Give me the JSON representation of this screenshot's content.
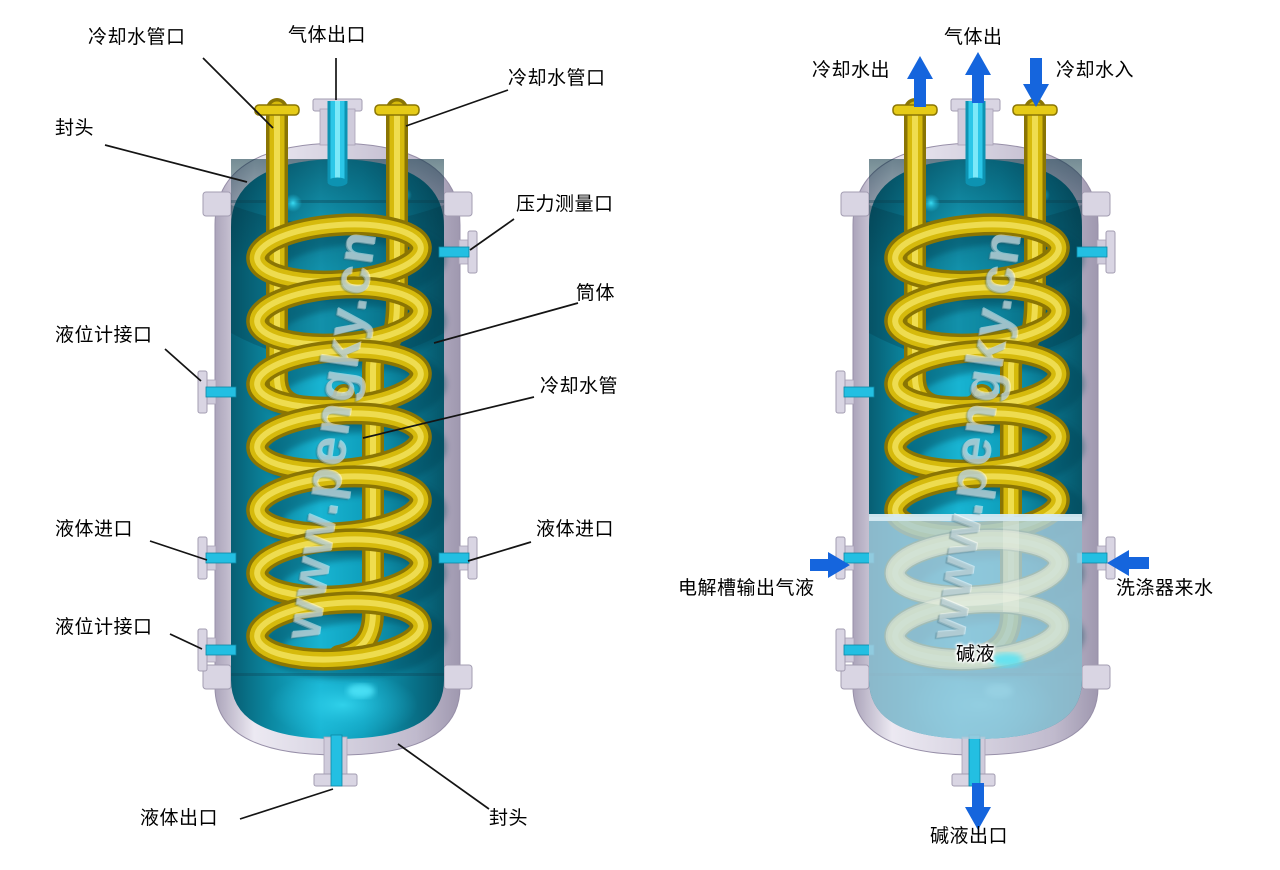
{
  "watermark": {
    "text": "www.pengky.cn"
  },
  "colors": {
    "arrow_blue": "#1565dd",
    "coil_yellow": "#d6ba0c",
    "vessel_teal": "#12a6c3",
    "wall_gray": "#d5d1df",
    "pipe_cyan": "#2cc7e8",
    "lye_liquid": "#a8cdde",
    "label_text": "#000000",
    "background": "#ffffff"
  },
  "left_diagram": {
    "labels": {
      "cooling_pipe_port_left": "冷却水管口",
      "gas_outlet": "气体出口",
      "cooling_pipe_port_right": "冷却水管口",
      "head_top": "封头",
      "pressure_port": "压力测量口",
      "shell_body": "筒体",
      "cooling_pipe": "冷却水管",
      "level_gauge_port_upper": "液位计接口",
      "liquid_inlet_left": "液体进口",
      "level_gauge_port_lower": "液位计接口",
      "liquid_outlet": "液体出口",
      "head_bottom": "封头",
      "liquid_inlet_right": "液体进口"
    }
  },
  "right_diagram": {
    "labels": {
      "cooling_water_out": "冷却水出",
      "gas_out": "气体出",
      "cooling_water_in": "冷却水入",
      "electrolyzer_gas_liquid": "电解槽输出气液",
      "scrubber_water": "洗涤器来水",
      "lye": "碱液",
      "lye_outlet": "碱液出口"
    }
  }
}
